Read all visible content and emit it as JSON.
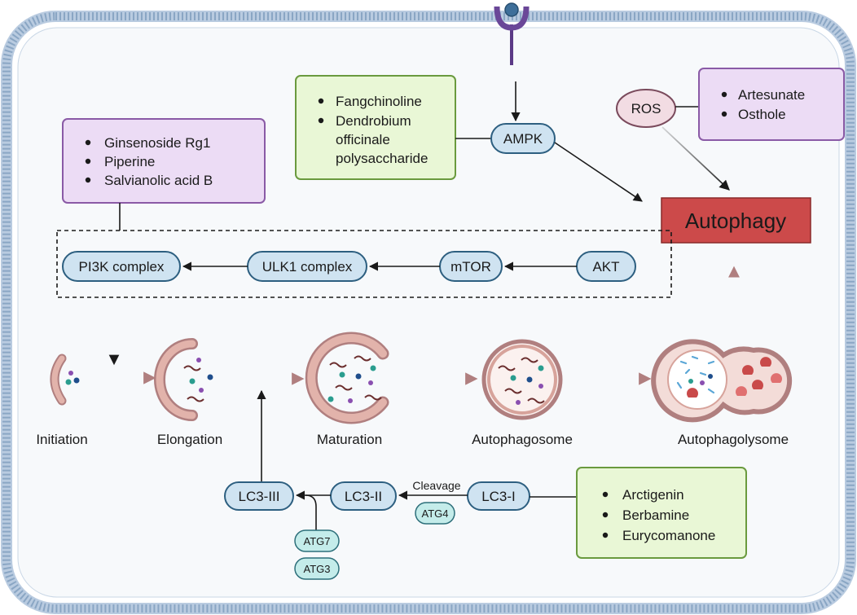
{
  "colors": {
    "membrane": "#9ab3cc",
    "pill_fill": "#cfe3f1",
    "pill_stroke": "#2d5f80",
    "purple_fill": "#ecdcf5",
    "purple_stroke": "#8a5aa6",
    "green_fill": "#e9f7d6",
    "green_stroke": "#6a9a3e",
    "autophagy_fill": "#cc4a4a",
    "arrow_rose": "#b07f7f",
    "vesicle": "#d7a39b"
  },
  "receptor": {
    "icon": "receptor-icon"
  },
  "boxes": {
    "left": {
      "items": [
        "Ginsenoside Rg1",
        "Piperine",
        "Salvianolic acid B"
      ]
    },
    "top_middle": {
      "items": [
        "Fangchinoline",
        "Dendrobium",
        "officinale",
        "polysaccharide"
      ]
    },
    "top_right": {
      "items": [
        "Artesunate",
        "Osthole"
      ]
    },
    "bottom_right": {
      "items": [
        "Arctigenin",
        "Berbamine",
        "Eurycomanone"
      ]
    }
  },
  "pathway": {
    "pi3k": "PI3K complex",
    "ulk1": "ULK1 complex",
    "mtor": "mTOR",
    "akt": "AKT",
    "ampk": "AMPK",
    "ros": "ROS",
    "autophagy": "Autophagy"
  },
  "stages": [
    "Initiation",
    "Elongation",
    "Maturation",
    "Autophagosome",
    "Autophagolysome"
  ],
  "lc3": {
    "lc3_iii": "LC3-III",
    "lc3_ii": "LC3-II",
    "lc3_i": "LC3-I",
    "cleavage": "Cleavage",
    "atg4": "ATG4",
    "atg7": "ATG7",
    "atg3": "ATG3"
  }
}
